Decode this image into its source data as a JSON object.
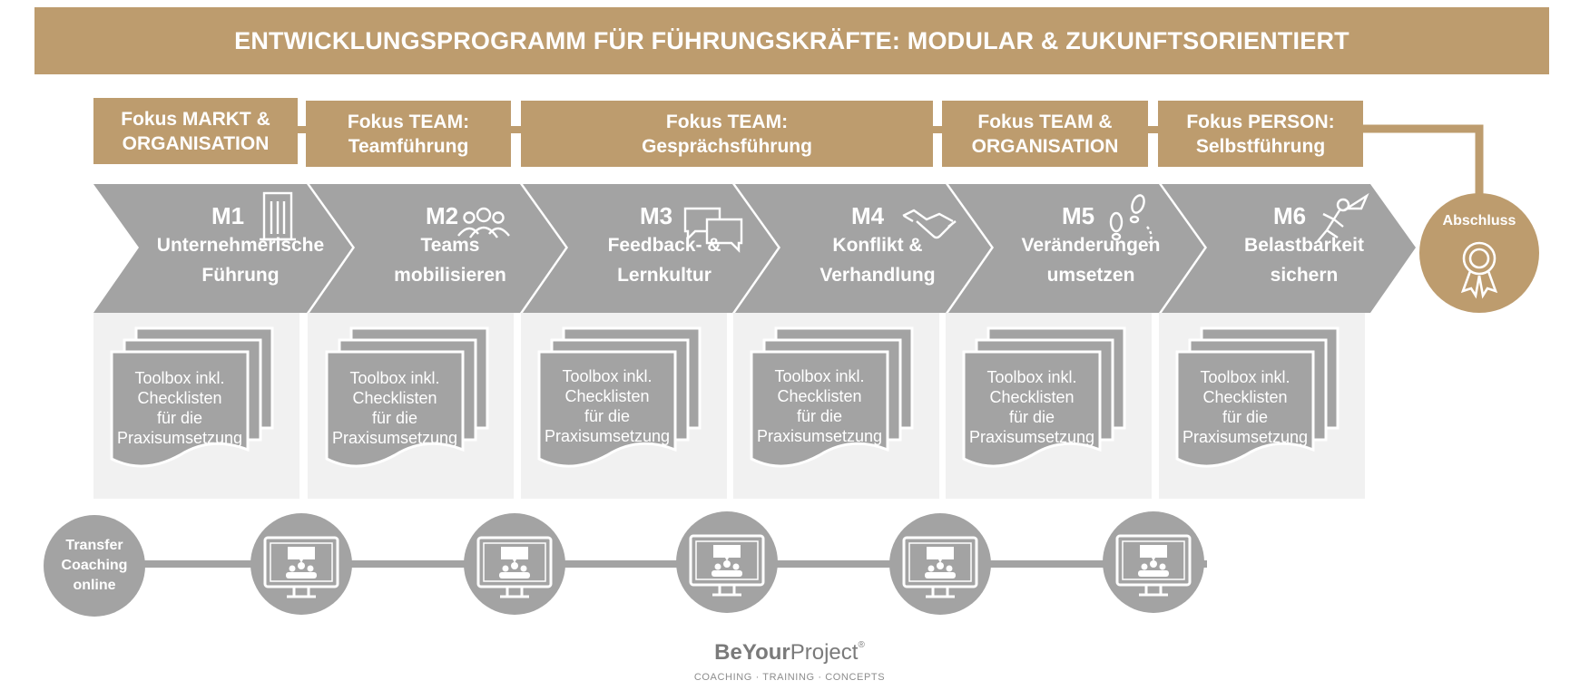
{
  "title": "ENTWICKLUNGSPROGRAMM FÜR FÜHRUNGSKRÄFTE: MODULAR & ZUKUNFTSORIENTIERT",
  "focus_areas": [
    {
      "label": "Fokus MARKT &\nORGANISATION"
    },
    {
      "label": "Fokus TEAM:\nTeamführung"
    },
    {
      "label": "Fokus TEAM:\nGesprächsführung"
    },
    {
      "label": "Fokus TEAM &\nORGANISATION"
    },
    {
      "label": "Fokus PERSON:\nSelbstführung"
    }
  ],
  "modules": [
    {
      "code": "M1",
      "title": "Unternehmerische\nFührung",
      "icon": "building-icon"
    },
    {
      "code": "M2",
      "title": "Teams\nmobilisieren",
      "icon": "team-icon"
    },
    {
      "code": "M3",
      "title": "Feedback- &\nLernkultur",
      "icon": "speech-bubbles-icon"
    },
    {
      "code": "M4",
      "title": "Konflikt &\nVerhandlung",
      "icon": "handshake-icon"
    },
    {
      "code": "M5",
      "title": "Veränderungen\numsetzen",
      "icon": "footprints-icon"
    },
    {
      "code": "M6",
      "title": "Belastbarkeit\nsichern",
      "icon": "superhero-icon"
    }
  ],
  "toolbox_text": "Toolbox inkl.\nChecklisten\nfür die\nPraxisumsetzung",
  "completion": {
    "label": "Abschluss",
    "icon": "award-icon"
  },
  "transfer": {
    "label": "Transfer\nCoaching\nonline",
    "icon": "online-meeting-icon"
  },
  "brand": {
    "name_bold": "BeYour",
    "name_light": "Project",
    "reg": "®",
    "tagline": "COACHING · TRAINING · CONCEPTS"
  },
  "colors": {
    "gold": "#bd9c6e",
    "gray": "#a3a3a3",
    "panel": "#f1f1f1",
    "white": "#ffffff"
  }
}
